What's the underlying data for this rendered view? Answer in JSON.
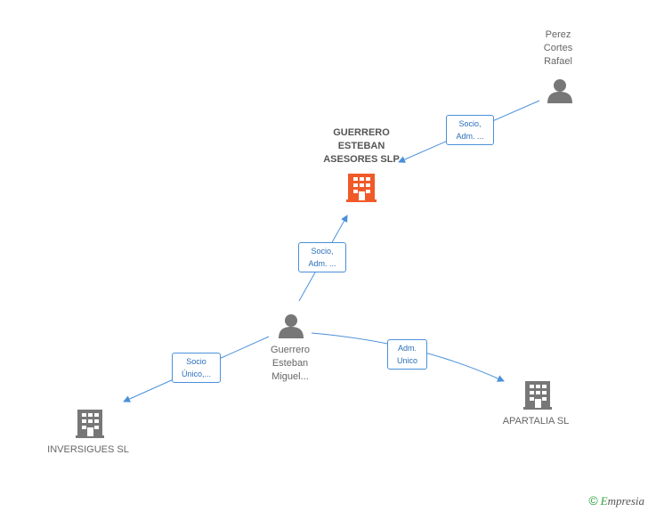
{
  "nodes": {
    "company_main": {
      "label": "GUERRERO\nESTEBAN\nASESORES SLP",
      "icon": "building-icon",
      "color": "#f05a28"
    },
    "person_perez": {
      "label": "Perez\nCortes\nRafael",
      "icon": "person-icon",
      "color": "#777777"
    },
    "person_guerrero": {
      "label": "Guerrero\nEsteban\nMiguel...",
      "icon": "person-icon",
      "color": "#777777"
    },
    "company_inversigues": {
      "label": "INVERSIGUES SL",
      "icon": "building-icon",
      "color": "#777777"
    },
    "company_apartalia": {
      "label": "APARTALIA SL",
      "icon": "building-icon",
      "color": "#777777"
    }
  },
  "edges": {
    "perez_to_main": "Socio,\nAdm. ...",
    "guerrero_to_main": "Socio,\nAdm. ...",
    "guerrero_to_inversigues": "Socio\nÚnico,...",
    "guerrero_to_apartalia": "Adm.\nUnico"
  },
  "colors": {
    "edge": "#4a90d9",
    "accent": "#f05a28"
  },
  "footer": {
    "copyright_symbol": "©",
    "brand_first": "E",
    "brand_rest": "mpresia"
  }
}
